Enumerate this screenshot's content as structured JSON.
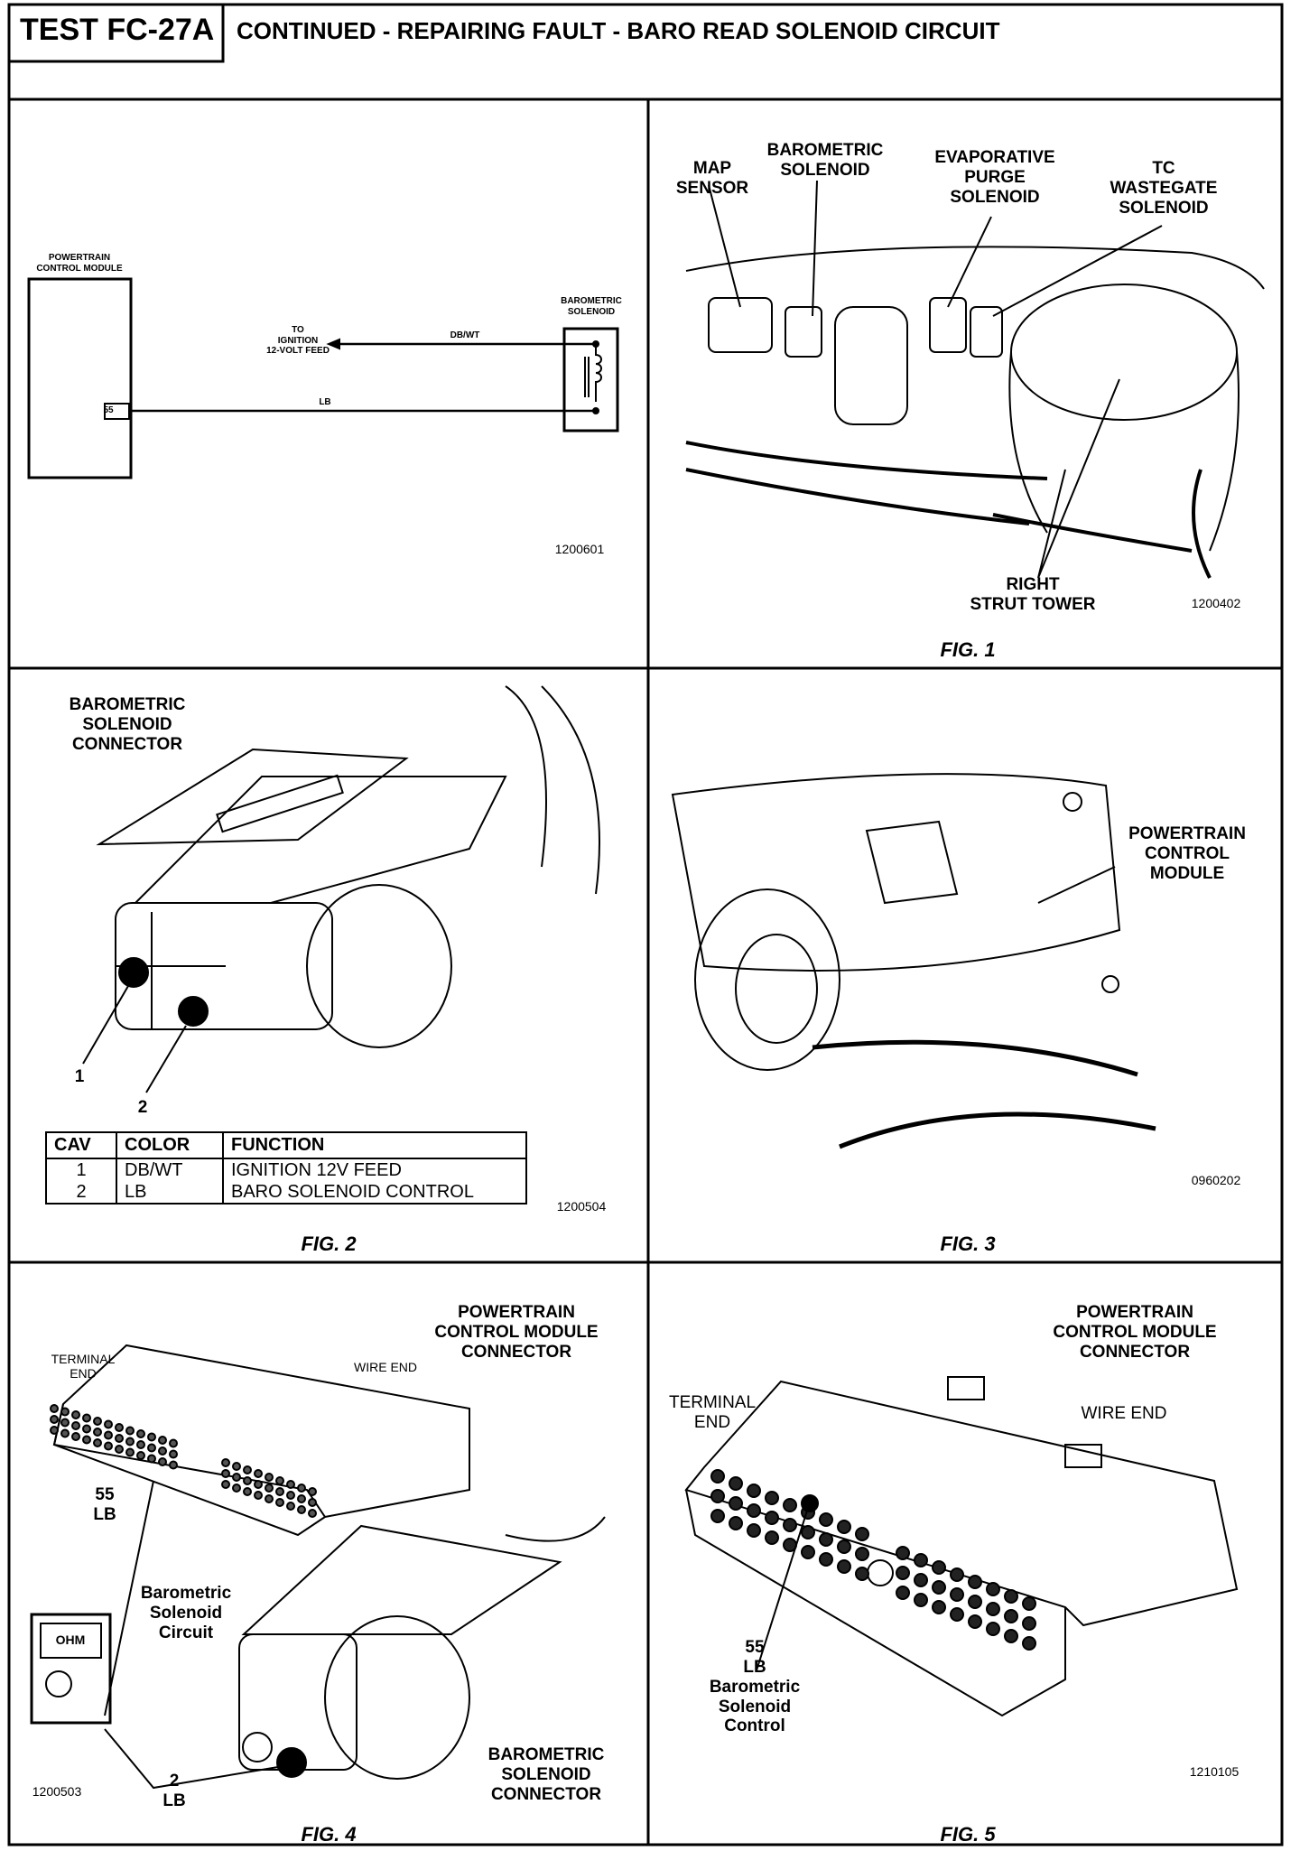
{
  "header": {
    "test_id": "TEST FC-27A",
    "title": "CONTINUED - REPAIRING FAULT - BARO READ SOLENOID CIRCUIT"
  },
  "schematic": {
    "pcm_label_1": "POWERTRAIN",
    "pcm_label_2": "CONTROL MODULE",
    "pin": "55",
    "solenoid_label_1": "BAROMETRIC",
    "solenoid_label_2": "SOLENOID",
    "feed_1": "TO",
    "feed_2": "IGNITION",
    "feed_3": "12-VOLT FEED",
    "wire_top": "DB/WT",
    "wire_bottom": "LB",
    "code": "1200601"
  },
  "fig1": {
    "map": [
      "MAP",
      "SENSOR"
    ],
    "baro": [
      "BAROMETRIC",
      "SOLENOID"
    ],
    "evap": [
      "EVAPORATIVE",
      "PURGE",
      "SOLENOID"
    ],
    "tc": [
      "TC",
      "WASTEGATE",
      "SOLENOID"
    ],
    "strut": [
      "RIGHT",
      "STRUT TOWER"
    ],
    "code": "1200402",
    "caption": "FIG. 1"
  },
  "fig2": {
    "label": [
      "BAROMETRIC",
      "SOLENOID",
      "CONNECTOR"
    ],
    "pin1": "1",
    "pin2": "2",
    "table": {
      "headers": [
        "CAV",
        "COLOR",
        "FUNCTION"
      ],
      "rows": [
        [
          "1",
          "DB/WT",
          "IGNITION 12V FEED"
        ],
        [
          "2",
          "LB",
          "BARO SOLENOID CONTROL"
        ]
      ]
    },
    "code": "1200504",
    "caption": "FIG. 2"
  },
  "fig3": {
    "label": [
      "POWERTRAIN",
      "CONTROL",
      "MODULE"
    ],
    "code": "0960202",
    "caption": "FIG. 3"
  },
  "fig4": {
    "pcm_conn": [
      "POWERTRAIN",
      "CONTROL MODULE",
      "CONNECTOR"
    ],
    "terminal_end": [
      "TERMINAL",
      "END"
    ],
    "wire_end": "WIRE END",
    "pin55": [
      "55",
      "LB"
    ],
    "circuit": [
      "Barometric",
      "Solenoid",
      "Circuit"
    ],
    "meter": "OHM",
    "pin2": [
      "2",
      "LB"
    ],
    "solenoid_conn": [
      "BAROMETRIC",
      "SOLENOID",
      "CONNECTOR"
    ],
    "code": "1200503",
    "caption": "FIG. 4"
  },
  "fig5": {
    "pcm_conn": [
      "POWERTRAIN",
      "CONTROL MODULE",
      "CONNECTOR"
    ],
    "terminal_end": [
      "TERMINAL",
      "END"
    ],
    "wire_end": "WIRE  END",
    "pin55": [
      "55",
      "LB",
      "Barometric",
      "Solenoid",
      "Control"
    ],
    "code": "1210105",
    "caption": "FIG. 5"
  }
}
